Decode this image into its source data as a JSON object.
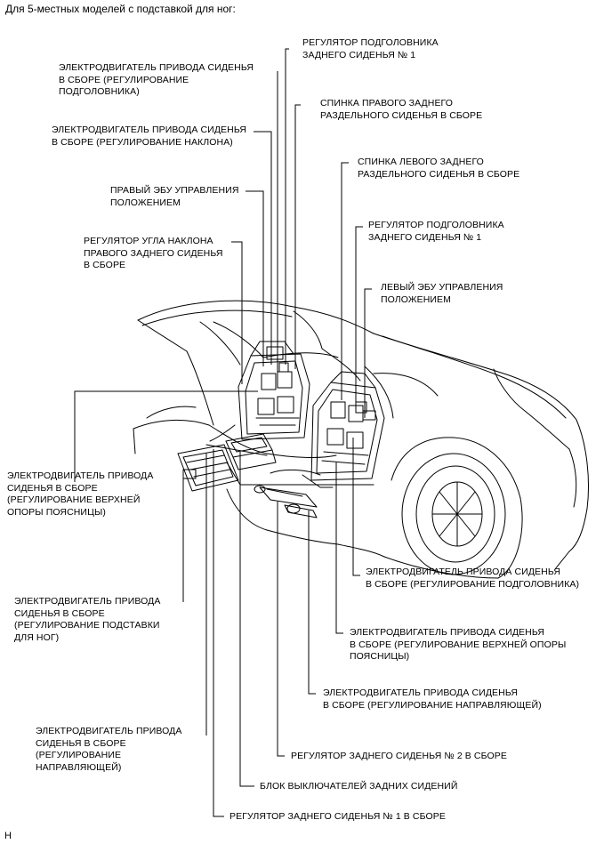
{
  "header": {
    "title": "Для 5-местных моделей с подставкой для ног:"
  },
  "callouts": {
    "rear_headrest_adjuster_right": "РЕГУЛЯТОР ПОДГОЛОВНИКА\nЗАДНЕГО СИДЕНЬЯ № 1",
    "motor_headrest_right": "ЭЛЕКТРОДВИГАТЕЛЬ ПРИВОДА СИДЕНЬЯ\nВ СБОРЕ (РЕГУЛИРОВАНИЕ\nПОДГОЛОВНИКА)",
    "right_rear_seatback": "СПИНКА ПРАВОГО ЗАДНЕГО\nРАЗДЕЛЬНОГО СИДЕНЬЯ В СБОРЕ",
    "motor_recline": "ЭЛЕКТРОДВИГАТЕЛЬ ПРИВОДА СИДЕНЬЯ\nВ СБОРЕ (РЕГУЛИРОВАНИЕ НАКЛОНА)",
    "left_rear_seatback": "СПИНКА ЛЕВОГО ЗАДНЕГО\nРАЗДЕЛЬНОГО СИДЕНЬЯ В СБОРЕ",
    "right_position_ecu": "ПРАВЫЙ ЭБУ УПРАВЛЕНИЯ\nПОЛОЖЕНИЕМ",
    "rear_headrest_adjuster_left": "РЕГУЛЯТОР ПОДГОЛОВНИКА\nЗАДНЕГО СИДЕНЬЯ № 1",
    "recliner_right_rear": "РЕГУЛЯТОР УГЛА НАКЛОНА\nПРАВОГО ЗАДНЕГО СИДЕНЬЯ\nВ СБОРЕ",
    "left_position_ecu": "ЛЕВЫЙ ЭБУ УПРАВЛЕНИЯ\nПОЛОЖЕНИЕМ",
    "motor_upper_lumbar_right": "ЭЛЕКТРОДВИГАТЕЛЬ ПРИВОДА\nСИДЕНЬЯ В СБОРЕ\n(РЕГУЛИРОВАНИЕ ВЕРХНЕЙ\nОПОРЫ ПОЯСНИЦЫ)",
    "motor_headrest_left": "ЭЛЕКТРОДВИГАТЕЛЬ ПРИВОДА СИДЕНЬЯ\nВ СБОРЕ (РЕГУЛИРОВАНИЕ ПОДГОЛОВНИКА)",
    "motor_footrest": "ЭЛЕКТРОДВИГАТЕЛЬ ПРИВОДА\nСИДЕНЬЯ В СБОРЕ\n(РЕГУЛИРОВАНИЕ ПОДСТАВКИ\nДЛЯ НОГ)",
    "motor_upper_lumbar_left": "ЭЛЕКТРОДВИГАТЕЛЬ ПРИВОДА СИДЕНЬЯ\nВ СБОРЕ (РЕГУЛИРОВАНИЕ ВЕРХНЕЙ ОПОРЫ\nПОЯСНИЦЫ)",
    "motor_slide_left": "ЭЛЕКТРОДВИГАТЕЛЬ ПРИВОДА СИДЕНЬЯ\nВ СБОРЕ (РЕГУЛИРОВАНИЕ НАПРАВЛЯЮЩЕЙ)",
    "motor_slide_right": "ЭЛЕКТРОДВИГАТЕЛЬ ПРИВОДА\nСИДЕНЬЯ В СБОРЕ\n(РЕГУЛИРОВАНИЕ\nНАПРАВЛЯЮЩЕЙ)",
    "rear_seat_adjuster_2": "РЕГУЛЯТОР ЗАДНЕГО СИДЕНЬЯ № 2 В СБОРЕ",
    "rear_seat_switch_block": "БЛОК ВЫКЛЮЧАТЕЛЕЙ ЗАДНИХ СИДЕНИЙ",
    "rear_seat_adjuster_1": "РЕГУЛЯТОР ЗАДНЕГО СИДЕНЬЯ № 1 В СБОРЕ"
  },
  "footer": {
    "code": "H"
  }
}
